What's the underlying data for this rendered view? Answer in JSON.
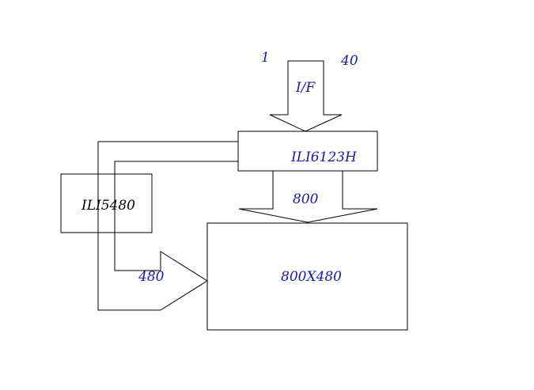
{
  "diagram": {
    "colors": {
      "label_blue": "#1a1aa6",
      "label_black": "#000000",
      "stroke": "#000000",
      "background": "#ffffff"
    },
    "labels": {
      "pin_first": "1",
      "pin_last": "40",
      "interface": "I/F",
      "driver_chip": "ILI6123H",
      "source_width": "800",
      "gate_chip": "ILI5480",
      "gate_width": "480",
      "panel_resolution": "800X480"
    }
  }
}
